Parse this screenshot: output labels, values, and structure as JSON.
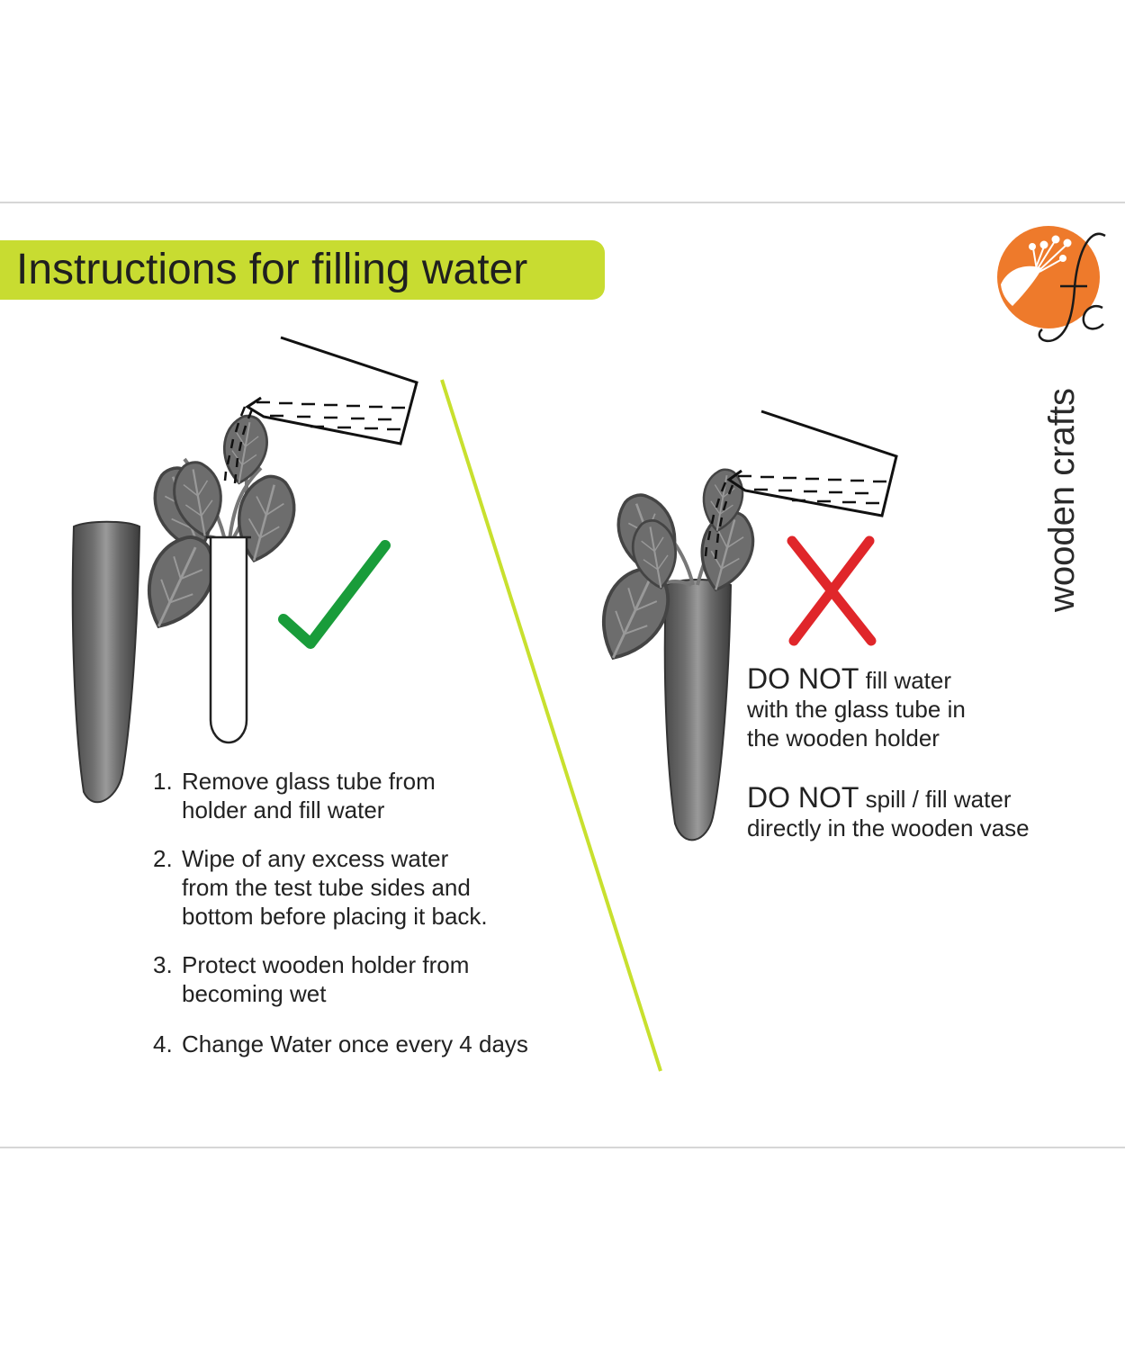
{
  "title": "Instructions for filling water",
  "brand": {
    "monogram": "fc",
    "name": "wooden crafts",
    "colors": {
      "badge": "#ee7a2b",
      "title_band": "#c8dc31"
    }
  },
  "steps": [
    {
      "num": "1.",
      "lines": [
        "Remove glass tube from",
        "holder and fill water"
      ]
    },
    {
      "num": "2.",
      "lines": [
        "Wipe of any excess water",
        "from the test tube sides and",
        "bottom before placing it back."
      ]
    },
    {
      "num": "3.",
      "lines": [
        "Protect wooden holder from",
        "becoming wet"
      ]
    },
    {
      "num": "4.",
      "lines": [
        "Change Water once every 4 days"
      ]
    }
  ],
  "warnings": [
    {
      "emphasis": "DO NOT",
      "lines": [
        "fill water",
        "with the glass tube in",
        "the wooden holder"
      ]
    },
    {
      "emphasis": "DO NOT",
      "lines": [
        "spill / fill water",
        "directly in the wooden vase"
      ]
    }
  ],
  "icons": {
    "correct": "check-mark-icon",
    "wrong": "cross-mark-icon",
    "colors": {
      "check": "#199c3a",
      "cross": "#e0262a",
      "divider": "#c8e02e"
    }
  }
}
